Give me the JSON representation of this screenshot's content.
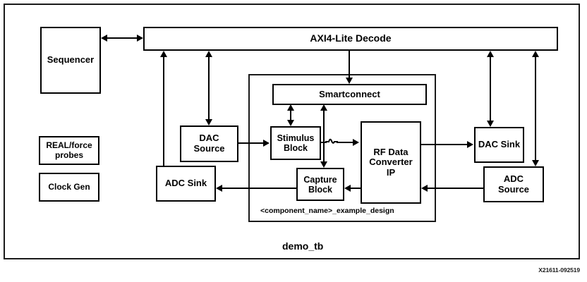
{
  "diagram": {
    "outer_frame_label": "demo_tb",
    "inner_frame_label": "<component_name>_example_design",
    "watermark": "X21611-092519",
    "colors": {
      "line": "#000000",
      "box_fill": "#ffffff",
      "text": "#000000",
      "background": "#ffffff"
    },
    "blocks": [
      {
        "id": "sequencer",
        "label": "Sequencer"
      },
      {
        "id": "axi_decode",
        "label": "AXI4-Lite Decode"
      },
      {
        "id": "real_probes",
        "label_line1": "REAL/force",
        "label_line2": "probes"
      },
      {
        "id": "clock_gen",
        "label": "Clock Gen"
      },
      {
        "id": "dac_source",
        "label_line1": "DAC",
        "label_line2": "Source"
      },
      {
        "id": "adc_sink",
        "label": "ADC Sink"
      },
      {
        "id": "smartconnect",
        "label": "Smartconnect"
      },
      {
        "id": "stimulus_block",
        "label_line1": "Stimulus",
        "label_line2": "Block"
      },
      {
        "id": "capture_block",
        "label_line1": "Capture",
        "label_line2": "Block"
      },
      {
        "id": "rf_data_converter_ip",
        "label_line1": "RF Data",
        "label_line2": "Converter",
        "label_line3": "IP"
      },
      {
        "id": "dac_sink",
        "label": "DAC Sink"
      },
      {
        "id": "adc_source",
        "label_line1": "ADC",
        "label_line2": "Source"
      }
    ],
    "connections": [
      {
        "from": "sequencer",
        "to": "axi_decode",
        "type": "bidirectional"
      },
      {
        "from": "axi_decode",
        "to": "adc_sink",
        "type": "unidirectional"
      },
      {
        "from": "axi_decode",
        "to": "dac_source",
        "type": "bidirectional"
      },
      {
        "from": "axi_decode",
        "to": "smartconnect",
        "type": "unidirectional"
      },
      {
        "from": "axi_decode",
        "to": "dac_sink",
        "type": "bidirectional"
      },
      {
        "from": "axi_decode",
        "to": "adc_source",
        "type": "bidirectional"
      },
      {
        "from": "smartconnect",
        "to": "stimulus_block",
        "type": "bidirectional"
      },
      {
        "from": "smartconnect",
        "to": "capture_block",
        "type": "bidirectional"
      },
      {
        "from": "dac_source",
        "to": "stimulus_block",
        "type": "unidirectional"
      },
      {
        "from": "stimulus_block",
        "to": "rf_data_converter_ip",
        "type": "unidirectional"
      },
      {
        "from": "rf_data_converter_ip",
        "to": "capture_block",
        "type": "unidirectional"
      },
      {
        "from": "capture_block",
        "to": "adc_sink",
        "type": "unidirectional"
      },
      {
        "from": "rf_data_converter_ip",
        "to": "dac_sink",
        "type": "unidirectional"
      },
      {
        "from": "adc_source",
        "to": "rf_data_converter_ip",
        "type": "unidirectional"
      }
    ]
  }
}
